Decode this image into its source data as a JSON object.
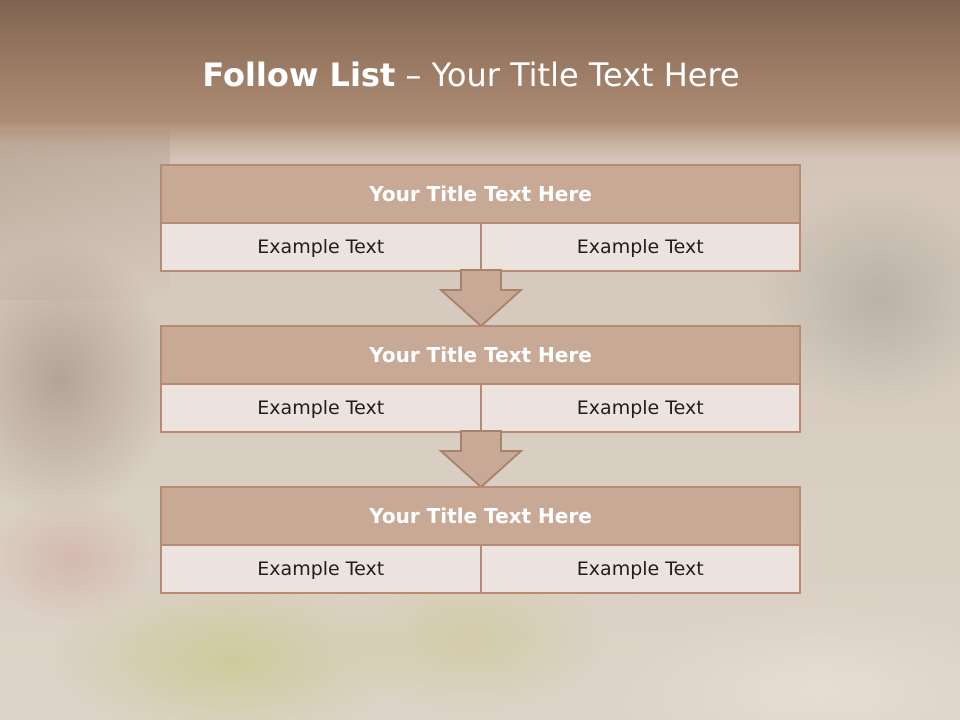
{
  "slide": {
    "title_strong": "Follow List",
    "title_rest": "Your Title Text Here"
  },
  "blocks": [
    {
      "title": "Your Title Text Here",
      "left": "Example Text",
      "right": "Example Text"
    },
    {
      "title": "Your Title Text Here",
      "left": "Example Text",
      "right": "Example Text"
    },
    {
      "title": "Your Title Text Here",
      "left": "Example Text",
      "right": "Example Text"
    }
  ],
  "colors": {
    "header_bar": "#9a7a63",
    "block_header": "#c7a996",
    "border": "#b58b72",
    "cell_background": "#ece2de",
    "arrow_fill": "#c7a996"
  },
  "icons": [
    "down-arrow-icon"
  ]
}
